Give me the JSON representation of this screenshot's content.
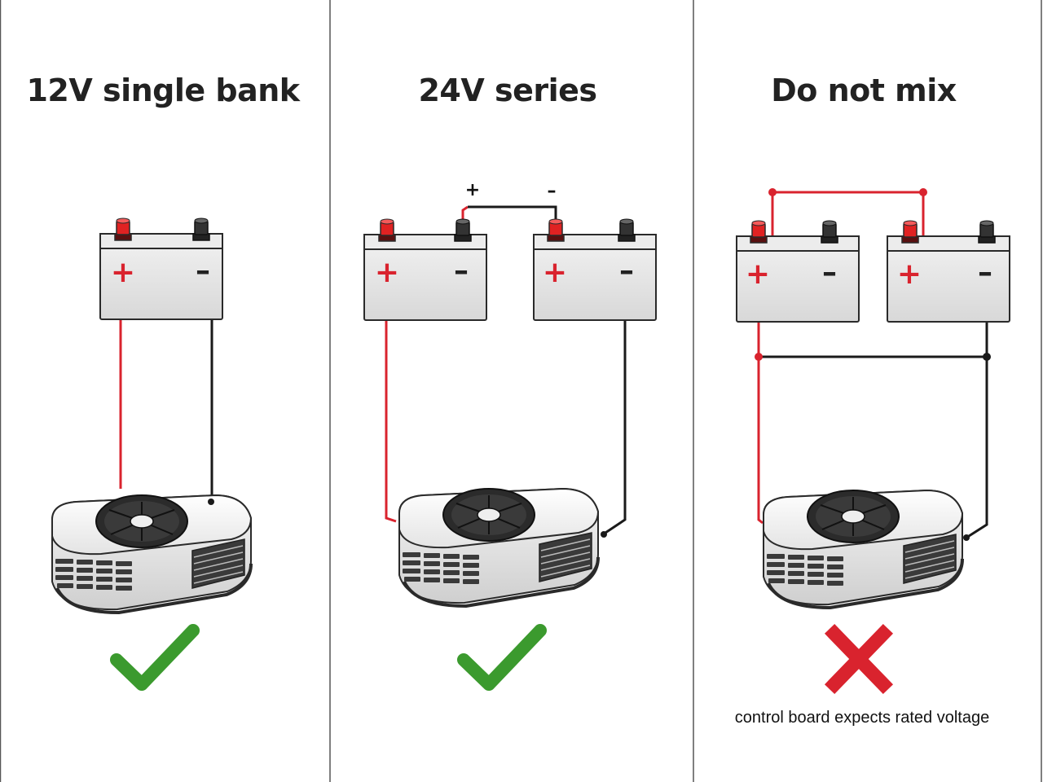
{
  "panels": [
    {
      "title": "12V single bank",
      "verdict": "check-icon",
      "caption": ""
    },
    {
      "title": "24V series",
      "verdict": "check-icon",
      "caption": "",
      "link_labels": {
        "positive": "+",
        "negative": "–"
      }
    },
    {
      "title": "Do not mix",
      "verdict": "cross-icon",
      "caption": "control board expects rated voltage"
    }
  ],
  "battery_marks": {
    "positive": "+",
    "negative": "–"
  },
  "colors": {
    "positive_wire": "#d9232e",
    "negative_wire": "#1a1a1a",
    "check": "#3b9a2e",
    "cross": "#d9232e",
    "battery_body": "#e6e6e6",
    "divider": "#555555"
  }
}
